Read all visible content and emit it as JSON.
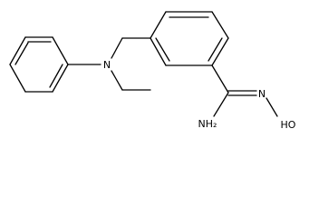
{
  "atoms": {
    "nitrogen": "N",
    "amine": "NH₂",
    "imine_nitrogen": "N",
    "hydroxyl": "HO"
  },
  "colors": {
    "bond": "#000000",
    "background": "#ffffff"
  }
}
